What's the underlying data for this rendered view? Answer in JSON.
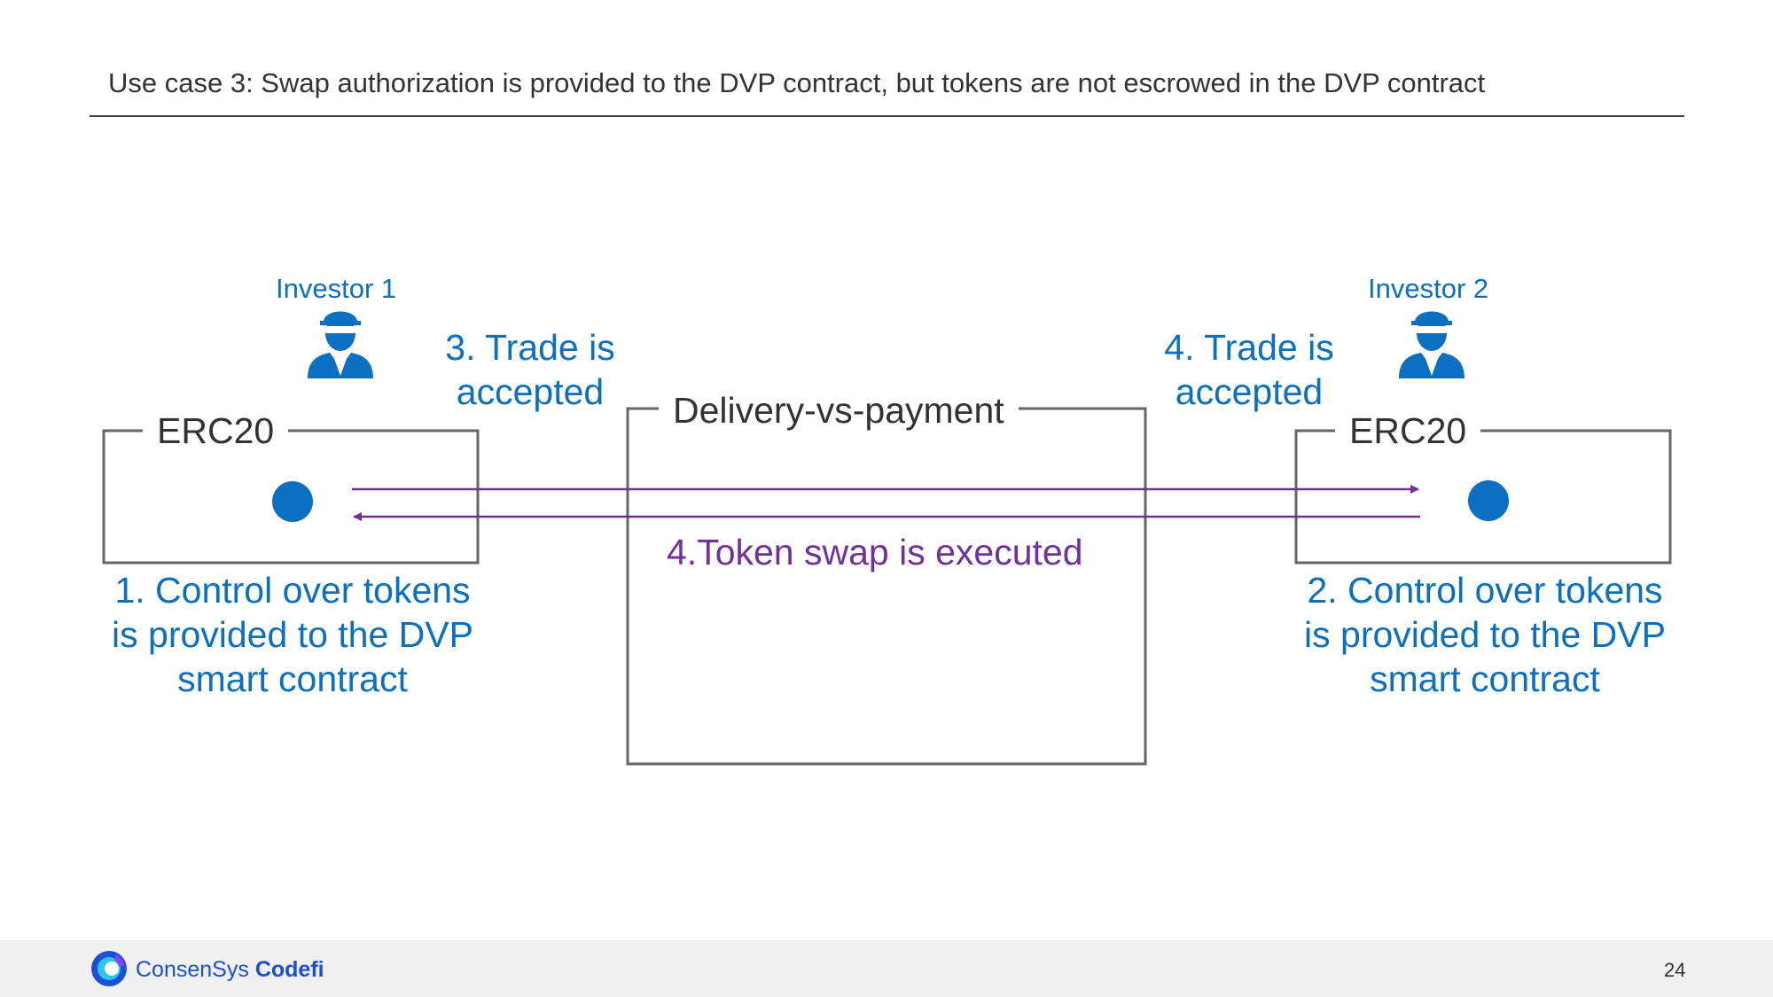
{
  "slide": {
    "title": "Use case 3: Swap authorization is provided to the DVP contract, but tokens are not escrowed in the DVP contract",
    "page_number": "24"
  },
  "investors": [
    {
      "label": "Investor 1",
      "icon": "investor-icon"
    },
    {
      "label": "Investor 2",
      "icon": "investor-icon"
    }
  ],
  "boxes": {
    "left_token": "ERC20",
    "right_token": "ERC20",
    "dvp": "Delivery-vs-payment"
  },
  "steps": {
    "step1": [
      "1. Control over tokens",
      "is provided to the DVP",
      "smart contract"
    ],
    "step2": [
      "2. Control over tokens",
      "is provided to the DVP",
      "smart contract"
    ],
    "step3": [
      "3. Trade is",
      "accepted"
    ],
    "step4": [
      "4. Trade is",
      "accepted"
    ],
    "swap": "4.Token swap is executed"
  },
  "footer": {
    "brand_prefix": "ConsenSys",
    "brand_suffix": "Codefi"
  },
  "colors": {
    "blue": "#0b6fc2",
    "purple": "#7030a0",
    "box_border": "#666666"
  }
}
